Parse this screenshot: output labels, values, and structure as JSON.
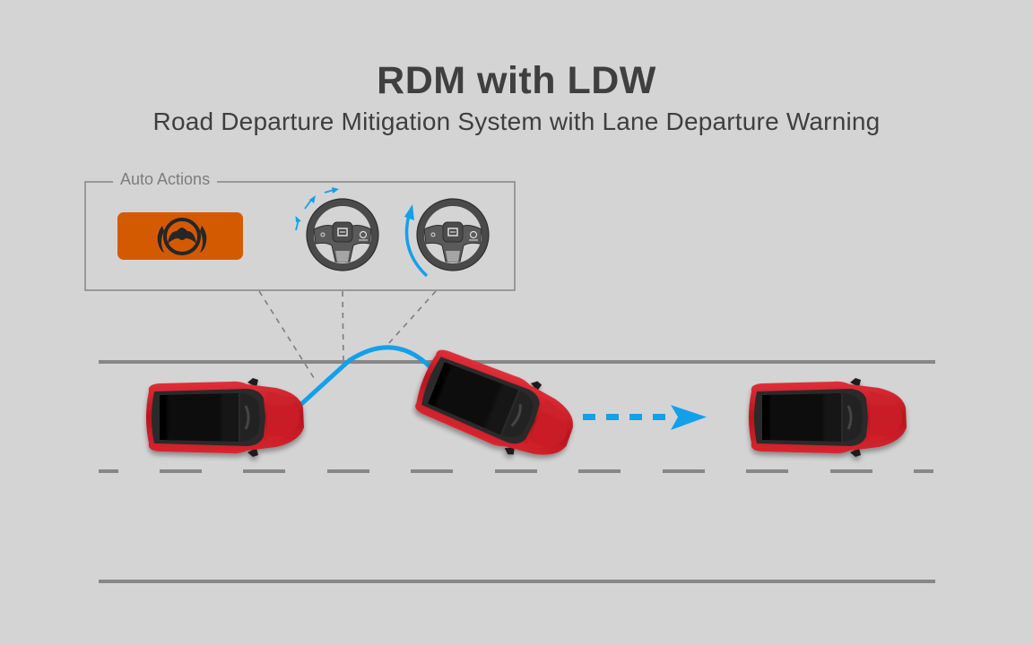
{
  "header": {
    "title": "RDM with LDW",
    "subtitle": "Road Departure Mitigation System with Lane Departure Warning"
  },
  "auto_actions": {
    "label": "Auto Actions",
    "items": [
      {
        "name": "warning-indicator",
        "icon": "steering-wheel-warning-icon",
        "color": "#d35a00"
      },
      {
        "name": "steering-vibration",
        "icon": "steering-wheel-vibrate-icon"
      },
      {
        "name": "steering-assist",
        "icon": "steering-wheel-turn-icon"
      }
    ]
  },
  "colors": {
    "background": "#d4d4d4",
    "path": "#13a0ea",
    "road_line": "#878787",
    "text": "#3f3f3f",
    "car_body": "#c01a24",
    "indicator": "#d35a00"
  },
  "scene": {
    "cars": [
      {
        "name": "car-start",
        "state": "in-lane"
      },
      {
        "name": "car-departing",
        "state": "drifting-out"
      },
      {
        "name": "car-corrected",
        "state": "returned-to-lane"
      }
    ]
  }
}
